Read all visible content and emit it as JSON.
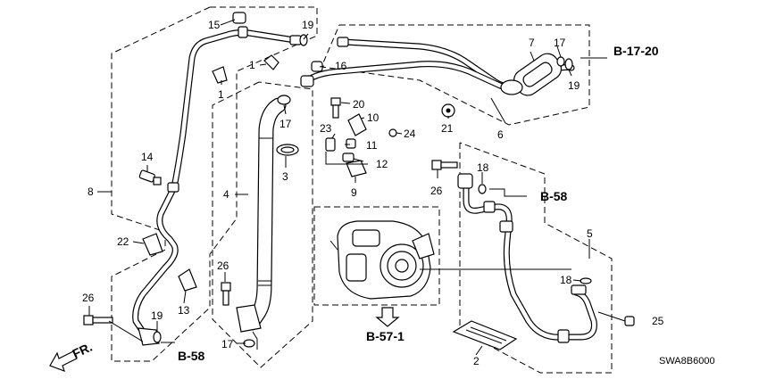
{
  "callouts": {
    "c1a": "1",
    "c1b": "1",
    "c2": "2",
    "c3": "3",
    "c4": "4",
    "c5": "5",
    "c6": "6",
    "c7": "7",
    "c8": "8",
    "c9": "9",
    "c10": "10",
    "c11": "11",
    "c12": "12",
    "c13": "13",
    "c14": "14",
    "c15": "15",
    "c16": "16",
    "c17a": "17",
    "c17b": "17",
    "c17c": "17",
    "c18a": "18",
    "c18b": "18",
    "c19a": "19",
    "c19b": "19",
    "c19c": "19",
    "c20": "20",
    "c21": "21",
    "c22": "22",
    "c23": "23",
    "c24": "24",
    "c25": "25",
    "c26a": "26",
    "c26b": "26",
    "c26c": "26"
  },
  "references": {
    "b1720": "B-17-20",
    "b58_right": "B-58",
    "b58_left": "B-58",
    "b571": "B-57-1"
  },
  "front_marker": "FR.",
  "diagram_code": "SWA8B6000"
}
